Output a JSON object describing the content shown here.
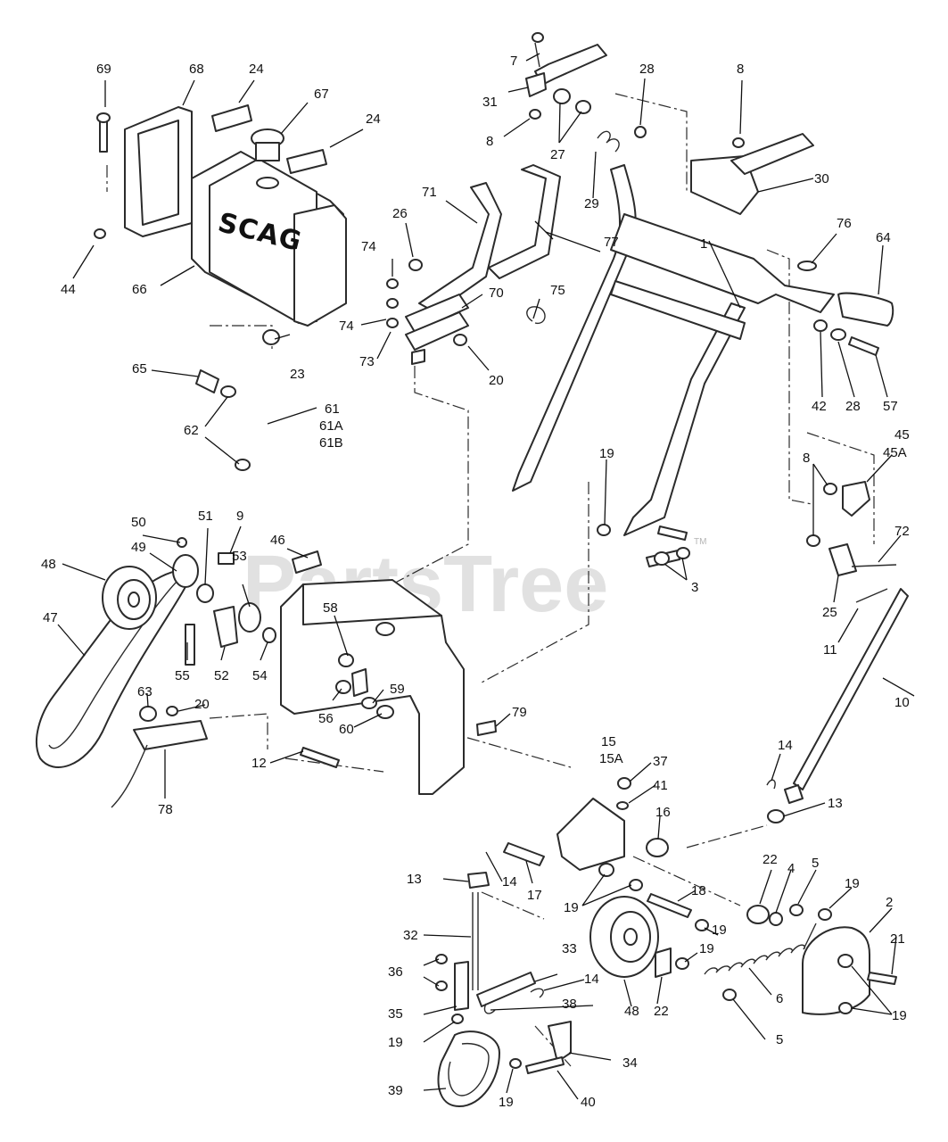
{
  "diagram": {
    "brand_logo": "SCAG",
    "watermark": "PartsTree",
    "watermark_tm": "TM",
    "colors": {
      "line": "#2b2b2b",
      "paper": "#ffffff",
      "watermark": "#c9c9c9"
    }
  },
  "callouts": [
    {
      "id": "c1",
      "label": "1"
    },
    {
      "id": "c2",
      "label": "2"
    },
    {
      "id": "c3",
      "label": "3"
    },
    {
      "id": "c4",
      "label": "4"
    },
    {
      "id": "c5a",
      "label": "5"
    },
    {
      "id": "c5b",
      "label": "5"
    },
    {
      "id": "c6",
      "label": "6"
    },
    {
      "id": "c7",
      "label": "7"
    },
    {
      "id": "c8a",
      "label": "8"
    },
    {
      "id": "c8b",
      "label": "8"
    },
    {
      "id": "c8c",
      "label": "8"
    },
    {
      "id": "c9",
      "label": "9"
    },
    {
      "id": "c10",
      "label": "10"
    },
    {
      "id": "c11",
      "label": "11"
    },
    {
      "id": "c12",
      "label": "12"
    },
    {
      "id": "c13a",
      "label": "13"
    },
    {
      "id": "c13b",
      "label": "13"
    },
    {
      "id": "c14a",
      "label": "14"
    },
    {
      "id": "c14b",
      "label": "14"
    },
    {
      "id": "c14c",
      "label": "14"
    },
    {
      "id": "c15",
      "label": "15"
    },
    {
      "id": "c15a",
      "label": "15A"
    },
    {
      "id": "c16",
      "label": "16"
    },
    {
      "id": "c17",
      "label": "17"
    },
    {
      "id": "c18",
      "label": "18"
    },
    {
      "id": "c19a",
      "label": "19"
    },
    {
      "id": "c19b",
      "label": "19"
    },
    {
      "id": "c19c",
      "label": "19"
    },
    {
      "id": "c19d",
      "label": "19"
    },
    {
      "id": "c19e",
      "label": "19"
    },
    {
      "id": "c19f",
      "label": "19"
    },
    {
      "id": "c19g",
      "label": "19"
    },
    {
      "id": "c19h",
      "label": "19"
    },
    {
      "id": "c20a",
      "label": "20"
    },
    {
      "id": "c20b",
      "label": "20"
    },
    {
      "id": "c21",
      "label": "21"
    },
    {
      "id": "c22a",
      "label": "22"
    },
    {
      "id": "c22b",
      "label": "22"
    },
    {
      "id": "c23",
      "label": "23"
    },
    {
      "id": "c24a",
      "label": "24"
    },
    {
      "id": "c24b",
      "label": "24"
    },
    {
      "id": "c25",
      "label": "25"
    },
    {
      "id": "c26",
      "label": "26"
    },
    {
      "id": "c27",
      "label": "27"
    },
    {
      "id": "c28a",
      "label": "28"
    },
    {
      "id": "c28b",
      "label": "28"
    },
    {
      "id": "c29",
      "label": "29"
    },
    {
      "id": "c30",
      "label": "30"
    },
    {
      "id": "c31",
      "label": "31"
    },
    {
      "id": "c32",
      "label": "32"
    },
    {
      "id": "c33",
      "label": "33"
    },
    {
      "id": "c34",
      "label": "34"
    },
    {
      "id": "c35",
      "label": "35"
    },
    {
      "id": "c36",
      "label": "36"
    },
    {
      "id": "c37",
      "label": "37"
    },
    {
      "id": "c38",
      "label": "38"
    },
    {
      "id": "c39",
      "label": "39"
    },
    {
      "id": "c40",
      "label": "40"
    },
    {
      "id": "c41",
      "label": "41"
    },
    {
      "id": "c42",
      "label": "42"
    },
    {
      "id": "c44",
      "label": "44"
    },
    {
      "id": "c45",
      "label": "45"
    },
    {
      "id": "c45a",
      "label": "45A"
    },
    {
      "id": "c46",
      "label": "46"
    },
    {
      "id": "c47",
      "label": "47"
    },
    {
      "id": "c48a",
      "label": "48"
    },
    {
      "id": "c48b",
      "label": "48"
    },
    {
      "id": "c49",
      "label": "49"
    },
    {
      "id": "c50",
      "label": "50"
    },
    {
      "id": "c51",
      "label": "51"
    },
    {
      "id": "c52",
      "label": "52"
    },
    {
      "id": "c53",
      "label": "53"
    },
    {
      "id": "c54",
      "label": "54"
    },
    {
      "id": "c55",
      "label": "55"
    },
    {
      "id": "c56",
      "label": "56"
    },
    {
      "id": "c57",
      "label": "57"
    },
    {
      "id": "c58",
      "label": "58"
    },
    {
      "id": "c59",
      "label": "59"
    },
    {
      "id": "c60",
      "label": "60"
    },
    {
      "id": "c61",
      "label": "61"
    },
    {
      "id": "c61a",
      "label": "61A"
    },
    {
      "id": "c61b",
      "label": "61B"
    },
    {
      "id": "c62",
      "label": "62"
    },
    {
      "id": "c63",
      "label": "63"
    },
    {
      "id": "c64",
      "label": "64"
    },
    {
      "id": "c65",
      "label": "65"
    },
    {
      "id": "c66",
      "label": "66"
    },
    {
      "id": "c67",
      "label": "67"
    },
    {
      "id": "c68",
      "label": "68"
    },
    {
      "id": "c69",
      "label": "69"
    },
    {
      "id": "c70",
      "label": "70"
    },
    {
      "id": "c71",
      "label": "71"
    },
    {
      "id": "c72",
      "label": "72"
    },
    {
      "id": "c73",
      "label": "73"
    },
    {
      "id": "c74a",
      "label": "74"
    },
    {
      "id": "c74b",
      "label": "74"
    },
    {
      "id": "c75",
      "label": "75"
    },
    {
      "id": "c76",
      "label": "76"
    },
    {
      "id": "c77",
      "label": "77"
    },
    {
      "id": "c78",
      "label": "78"
    },
    {
      "id": "c79",
      "label": "79"
    }
  ]
}
